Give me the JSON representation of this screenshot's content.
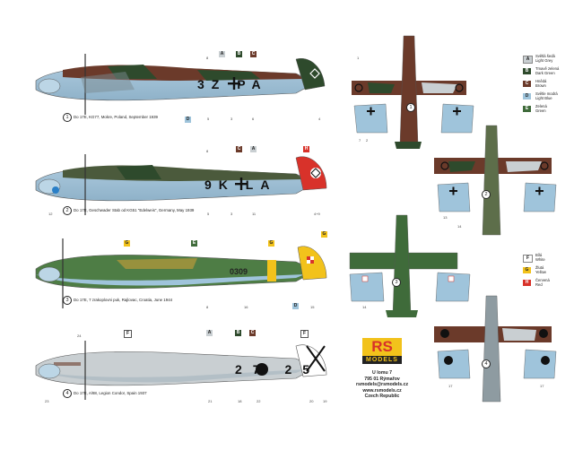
{
  "profiles": [
    {
      "number": "1",
      "caption": "Do 17E, KG77, Mokre, Poland, September 1939",
      "code": "3Z PA"
    },
    {
      "number": "2",
      "caption": "Do 17E, Geschwader Stab od KG51 \"Edelweis\", Germany, May 1939",
      "code": "9K LA"
    },
    {
      "number": "3",
      "caption": "Do 17E, 7 zrakoplovni puk, Rajlovac, Croatia, June 1944",
      "code": "0309"
    },
    {
      "number": "4",
      "caption": "Do 17E, A/88, Legion Condor, Spain 1937",
      "code": "27 25"
    }
  ],
  "color_legend": [
    {
      "letter": "A",
      "name_cz": "Světlá šedá",
      "name_en": "Light Grey",
      "color": "#c9cfd2"
    },
    {
      "letter": "B",
      "name_cz": "Tmavě zelená",
      "name_en": "Dark Green",
      "color": "#2e4a2c"
    },
    {
      "letter": "C",
      "name_cz": "Hnědá",
      "name_en": "Brown",
      "color": "#6b3a2a"
    },
    {
      "letter": "D",
      "name_cz": "Světle modrá",
      "name_en": "Light Blue",
      "color": "#9fc4db"
    },
    {
      "letter": "E",
      "name_cz": "Zelená",
      "name_en": "Green",
      "color": "#3f6b3a"
    },
    {
      "letter": "F",
      "name_cz": "Bílá",
      "name_en": "White",
      "color": "#ffffff"
    },
    {
      "letter": "G",
      "name_cz": "Žlutá",
      "name_en": "Yellow",
      "color": "#f2c21b"
    },
    {
      "letter": "H",
      "name_cz": "Červená",
      "name_en": "Red",
      "color": "#d8322a"
    }
  ],
  "publisher": {
    "logo_top": "RS",
    "logo_bottom": "MODELS",
    "address": [
      "U lomu 7",
      "795 01 Rýmařov",
      "rsmodels@rsmodels.cz",
      "www.rsmodels.cz",
      "Czech Republic"
    ]
  },
  "callouts": {
    "p1": [
      "8",
      "5",
      "3",
      "6",
      "4",
      "D"
    ],
    "p2": [
      "8",
      "5",
      "3",
      "11",
      "4+9",
      "10",
      "12"
    ],
    "p3": [
      "8",
      "16",
      "14",
      "15",
      "D"
    ],
    "p4": [
      "24",
      "23",
      "19",
      "21",
      "18",
      "22",
      "20",
      "19"
    ],
    "wing": [
      "1",
      "2",
      "7",
      "13",
      "14",
      "17"
    ]
  }
}
